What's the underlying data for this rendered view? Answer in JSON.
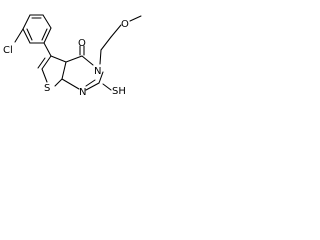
{
  "molecule": {
    "atoms": {
      "chlorine": "Cl",
      "methoxy_oxygen": "O",
      "carbonyl_oxygen": "O",
      "ring_nitrogen_3": "N",
      "ring_nitrogen_1": "N",
      "thiophene_sulfur": "S",
      "thiol": "SH"
    }
  },
  "colors": {
    "bond": "#000000",
    "label": "#000000",
    "background": "#ffffff"
  }
}
